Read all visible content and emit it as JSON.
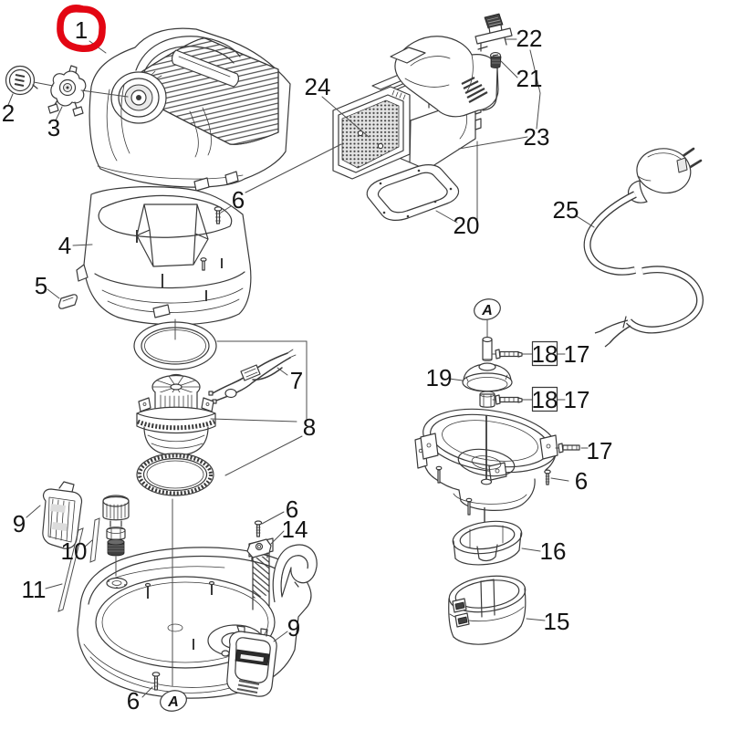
{
  "diagram": {
    "kind": "exploded-parts-diagram",
    "subject": "wet/dry vacuum cleaner spare parts",
    "background_color": "#ffffff",
    "line_color": "#3a3a3a",
    "selection": {
      "selected_part": "1",
      "highlight_color": "#e30613"
    },
    "callouts": {
      "p1": "1",
      "p2": "2",
      "p3": "3",
      "p4": "4",
      "p5": "5",
      "p6_top": "6",
      "p6_right": "6",
      "p6_mid": "6",
      "p6_bottom": "6",
      "p7": "7",
      "p8": "8",
      "p9_left": "9",
      "p9_front": "9",
      "p10": "10",
      "p11": "11",
      "p14": "14",
      "p15": "15",
      "p16": "16",
      "p17_a": "17",
      "p17_b": "17",
      "p17_c": "17",
      "p18_a": "18",
      "p18_b": "18",
      "p19": "19",
      "p20": "20",
      "p21": "21",
      "p22": "22",
      "p23": "23",
      "p24": "24",
      "p25": "25",
      "marker_a_top": "A",
      "marker_a_bottom": "A"
    }
  }
}
